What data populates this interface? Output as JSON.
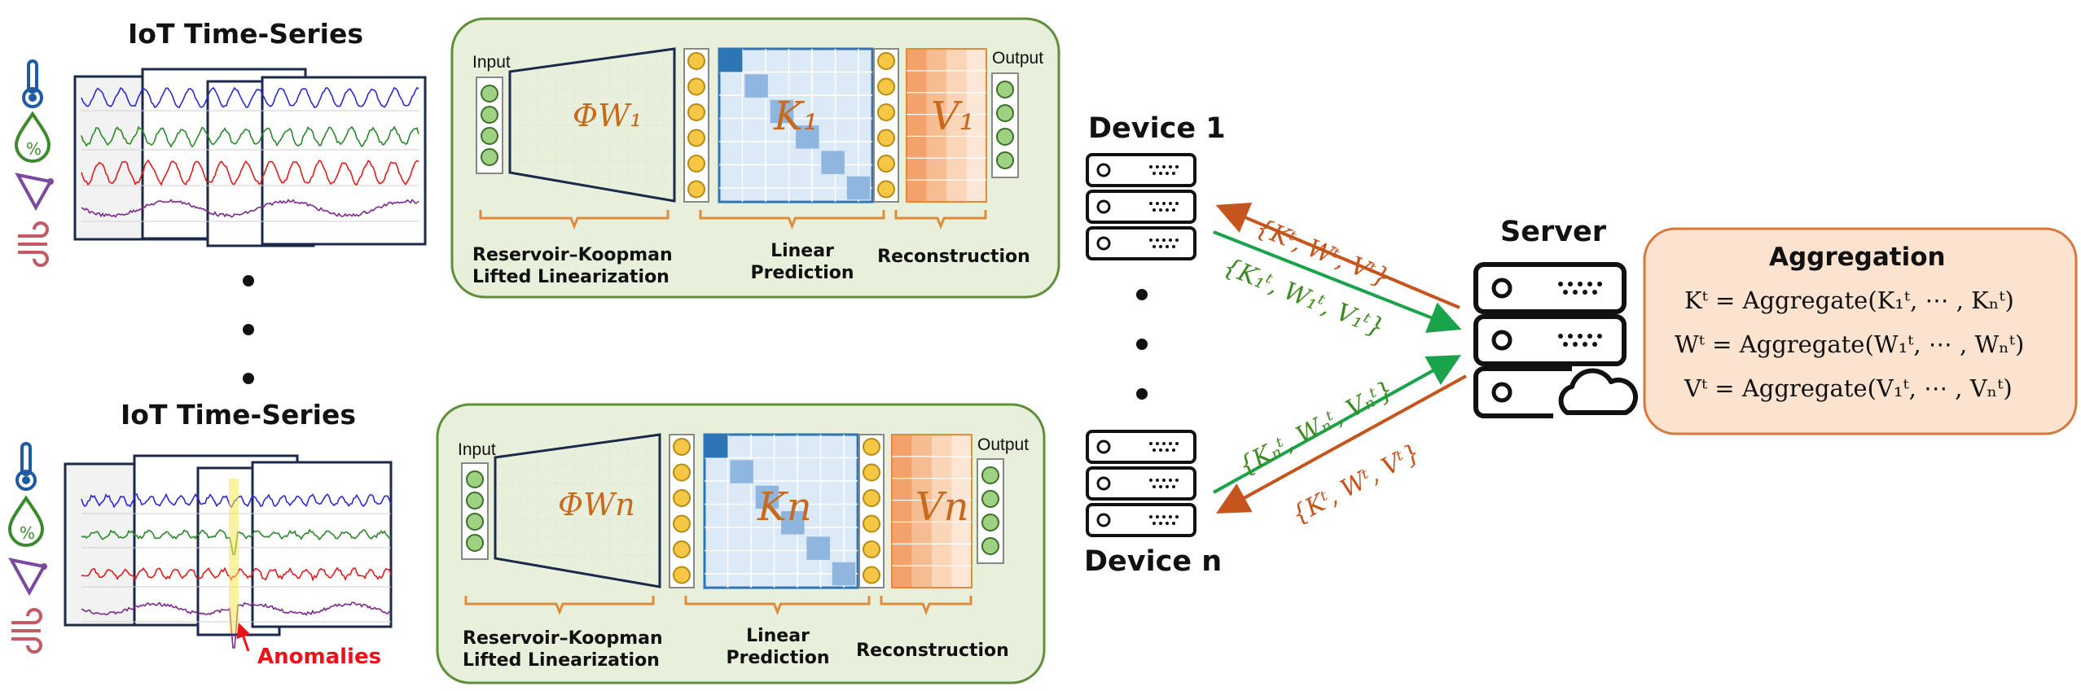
{
  "timeseries": {
    "top_title": "IoT Time-Series",
    "bottom_title": "IoT Time-Series",
    "anomaly_label": "Anomalies",
    "icons": [
      "thermometer-icon",
      "humidity-drop-icon",
      "pressure-gauge-icon",
      "wind-icon"
    ],
    "series_colors": [
      "#2b2bd6",
      "#2a8a2a",
      "#e31b1b",
      "#7b2a8e"
    ]
  },
  "model_top": {
    "input_label": "Input",
    "output_label": "Output",
    "phi_label": "ΦW₁",
    "k_label": "K₁",
    "v_label": "V₁",
    "stage1_line1": "Reservoir–Koopman",
    "stage1_line2": "Lifted Linearization",
    "stage2_line1": "Linear",
    "stage2_line2": "Prediction",
    "stage3": "Reconstruction"
  },
  "model_bottom": {
    "input_label": "Input",
    "output_label": "Output",
    "phi_label": "ΦWn",
    "k_label": "Kn",
    "v_label": "Vn",
    "stage1_line1": "Reservoir–Koopman",
    "stage1_line2": "Lifted Linearization",
    "stage2_line1": "Linear",
    "stage2_line2": "Prediction",
    "stage3": "Reconstruction"
  },
  "devices": {
    "top_label": "Device 1",
    "bottom_label": "Device n"
  },
  "server": {
    "label": "Server"
  },
  "messages": {
    "to_device1": "{Kᵗ, Wᵗ, Vᵗ}",
    "from_device1": "{K₁ᵗ, W₁ᵗ, V₁ᵗ}",
    "from_devicen": "{Kₙᵗ, Wₙᵗ, Vₙᵗ}",
    "to_devicen": "{Kᵗ, Wᵗ, Vᵗ}"
  },
  "aggregation": {
    "title": "Aggregation",
    "eq1": "Kᵗ = Aggregate(K₁ᵗ, ⋯ , Kₙᵗ)",
    "eq2": "Wᵗ = Aggregate(W₁ᵗ, ⋯ , Wₙᵗ)",
    "eq3": "Vᵗ = Aggregate(V₁ᵗ, ⋯ , Vₙᵗ)"
  },
  "colors": {
    "panel_fill": "#e8f0dc",
    "panel_border": "#5f8f3a",
    "node_yellow": "#f6c744",
    "node_green": "#9fd183",
    "matrix_blue": "#2e75b6",
    "matrix_light": "#dce9f6",
    "v_orange": "#f4a26b",
    "brace_orange": "#e08a3c",
    "arrow_orange": "#c5551c",
    "arrow_green": "#1aa34a",
    "agg_fill": "#fbe3cf",
    "agg_border": "#d9773a",
    "anomaly_red": "#e8141b"
  }
}
